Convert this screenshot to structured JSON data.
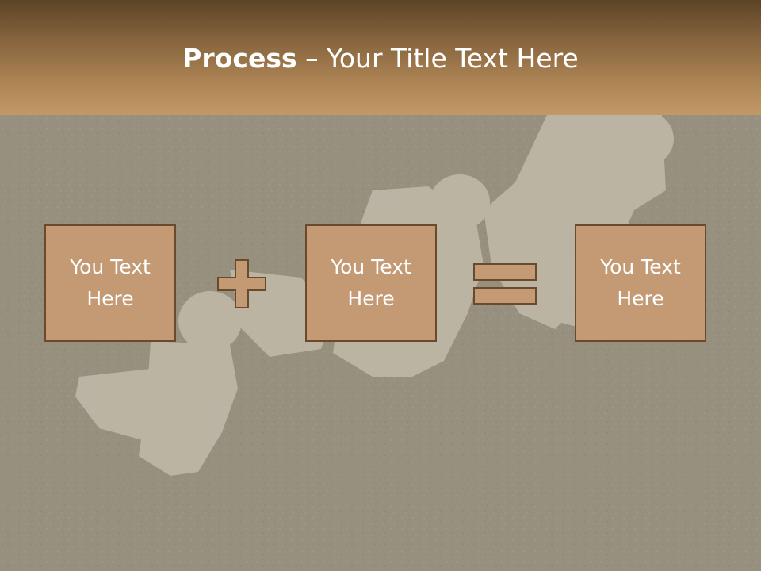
{
  "slide": {
    "title_bold": "Process",
    "title_rest": " – Your Title Text Here"
  },
  "boxes": [
    {
      "label": "You Text\nHere"
    },
    {
      "label": "You Text\nHere"
    },
    {
      "label": "You Text\nHere"
    }
  ],
  "operators": {
    "first": "plus",
    "second": "equals"
  },
  "colors": {
    "title_bar_top": "#5c4326",
    "title_bar_bottom": "#c29868",
    "box_fill": "#c39a74",
    "box_border": "#6a4a2c",
    "operator_fill": "#c39a74",
    "background_grass": "#7e7867"
  }
}
